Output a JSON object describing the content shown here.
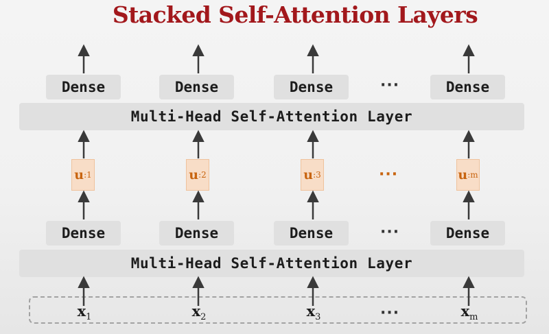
{
  "title": "Stacked Self-Attention Layers",
  "dense_label": "Dense",
  "layer_label": "Multi-Head Self-Attention Layer",
  "ellipsis": "···",
  "u": {
    "letter": "u",
    "subscripts": [
      ":1",
      ":2",
      ":3",
      ":m"
    ]
  },
  "x": {
    "letter": "x",
    "subscripts": [
      "1",
      "2",
      "3",
      "m"
    ]
  },
  "colors": {
    "title": "#a2181c",
    "box_fill": "#e0e0e0",
    "u_fill": "#f8ddc7",
    "u_text": "#c8640f",
    "arrow": "#3a3a3a"
  }
}
